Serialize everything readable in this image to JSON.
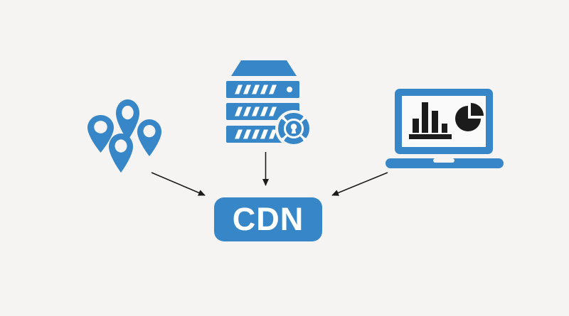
{
  "diagram": {
    "cdn": {
      "label": "CDN"
    },
    "nodes": [
      {
        "id": "edge-locations",
        "icon": "map-pins-icon"
      },
      {
        "id": "origin-server",
        "icon": "secure-server-icon"
      },
      {
        "id": "analytics-laptop",
        "icon": "laptop-analytics-icon"
      },
      {
        "id": "cdn-node",
        "label": "CDN"
      }
    ],
    "edges": [
      {
        "from": "edge-locations",
        "to": "cdn-node"
      },
      {
        "from": "origin-server",
        "to": "cdn-node"
      },
      {
        "from": "analytics-laptop",
        "to": "cdn-node"
      }
    ]
  },
  "colors": {
    "bg": "#f5f4f3",
    "accent": "#3787c8",
    "ink": "#1b1b1b",
    "screen": "#fbfafa",
    "white": "#ffffff"
  }
}
